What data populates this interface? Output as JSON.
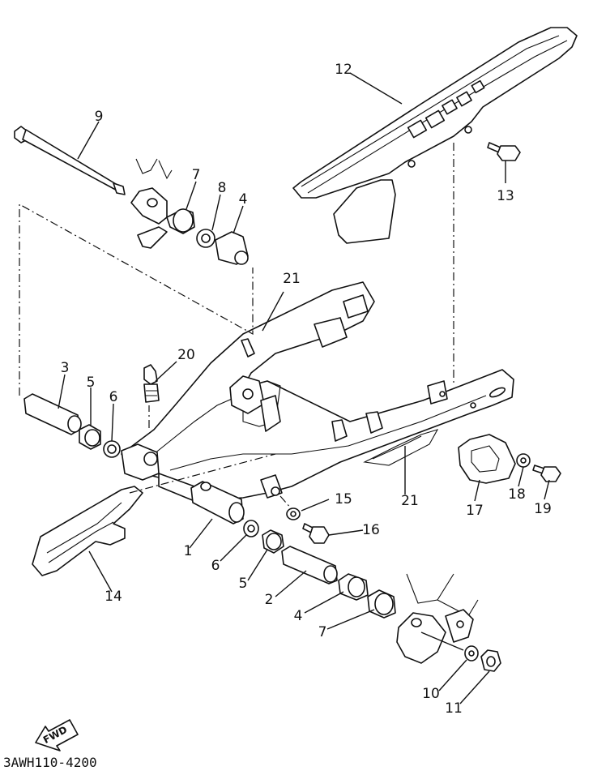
{
  "diagram": {
    "callouts": [
      {
        "id": "c12a",
        "text": "12"
      },
      {
        "id": "c9",
        "text": "9"
      },
      {
        "id": "c7a",
        "text": "7"
      },
      {
        "id": "c8",
        "text": "8"
      },
      {
        "id": "c4a",
        "text": "4"
      },
      {
        "id": "c13",
        "text": "13"
      },
      {
        "id": "c21a",
        "text": "21"
      },
      {
        "id": "c20",
        "text": "20"
      },
      {
        "id": "c3",
        "text": "3"
      },
      {
        "id": "c5a",
        "text": "5"
      },
      {
        "id": "c6a",
        "text": "6"
      },
      {
        "id": "c15",
        "text": "15"
      },
      {
        "id": "c21b",
        "text": "21"
      },
      {
        "id": "c17",
        "text": "17"
      },
      {
        "id": "c18",
        "text": "18"
      },
      {
        "id": "c19",
        "text": "19"
      },
      {
        "id": "c16",
        "text": "16"
      },
      {
        "id": "c1",
        "text": "1"
      },
      {
        "id": "c6b",
        "text": "6"
      },
      {
        "id": "c5b",
        "text": "5"
      },
      {
        "id": "c2",
        "text": "2"
      },
      {
        "id": "c4b",
        "text": "4"
      },
      {
        "id": "c7b",
        "text": "7"
      },
      {
        "id": "c14",
        "text": "14"
      },
      {
        "id": "c10",
        "text": "10"
      },
      {
        "id": "c11",
        "text": "11"
      }
    ],
    "fwd_label": "FWD",
    "drawing_code": "3AWH110-4200"
  }
}
